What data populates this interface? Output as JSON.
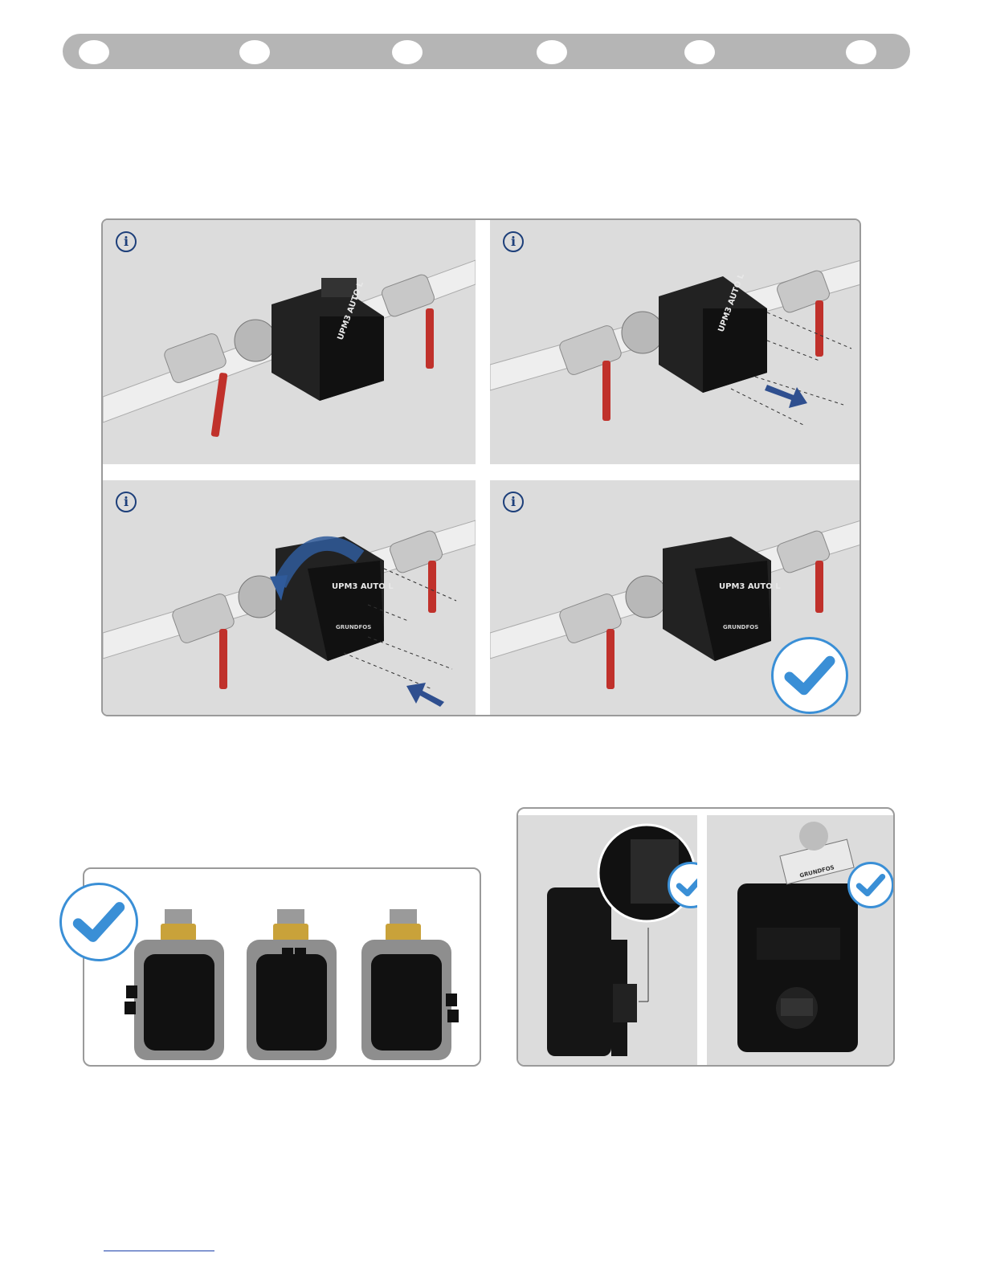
{
  "progress_bar": {
    "steps": 6
  },
  "icons": {
    "info": "info-icon",
    "check": "check-icon",
    "arrow": "arrow-icon"
  },
  "pump": {
    "model_label": "UPM3 AUTO L",
    "brand_label": "GRUNDFOS"
  },
  "steps_panel": {
    "steps": [
      {
        "info_glyph": "i"
      },
      {
        "info_glyph": "i"
      },
      {
        "info_glyph": "i"
      },
      {
        "info_glyph": "i"
      }
    ]
  },
  "colors": {
    "accent_blue": "#3a8fd6",
    "info_navy": "#1d3f7a",
    "panel_grey": "#dcdcdc",
    "valve_red": "#c0312b"
  }
}
